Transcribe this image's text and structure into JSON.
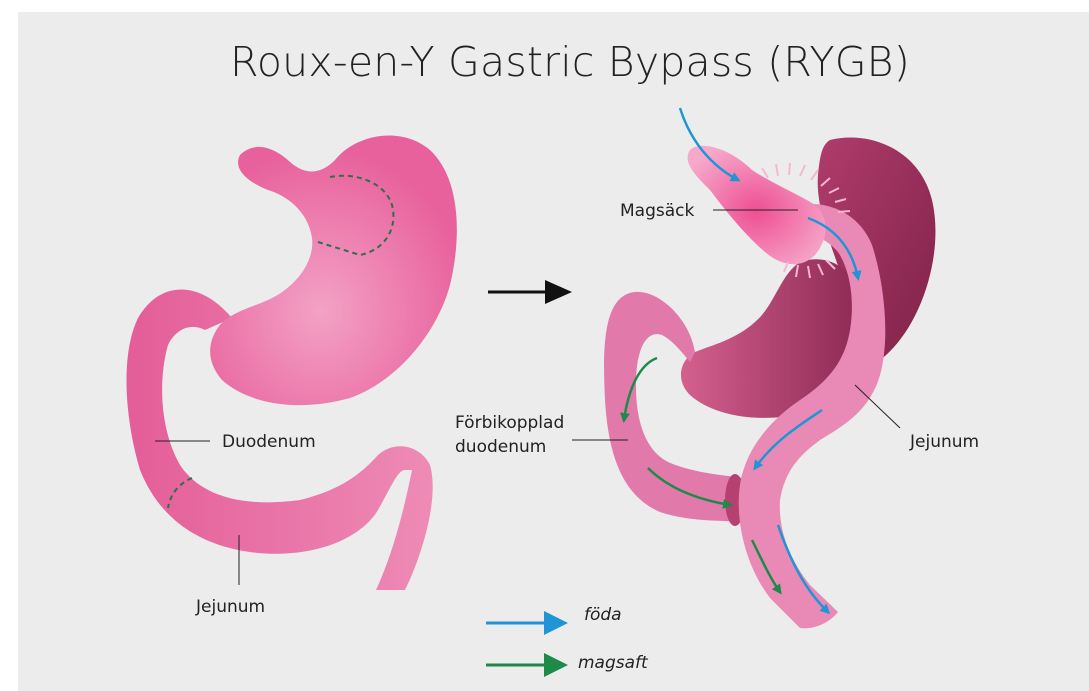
{
  "title": "Roux-en-Y Gastric Bypass (RYGB)",
  "labels": {
    "duodenum": "Duodenum",
    "jejunum_left": "Jejunum",
    "magsack": "Magsäck",
    "forbikopplad_line1": "Förbikopplad",
    "forbikopplad_line2": "duodenum",
    "jejunum_right": "Jejunum"
  },
  "legend": {
    "food": "föda",
    "juice": "magsaft"
  },
  "colors": {
    "background": "#ececec",
    "stomach_pink": "#e8619c",
    "stomach_light": "#f29cc2",
    "remnant_dark": "#8e2a55",
    "intestine": "#e98ab6",
    "food_arrow": "#1f95d6",
    "juice_arrow": "#1e8a4a",
    "staple_line": "#2f6e4a"
  }
}
